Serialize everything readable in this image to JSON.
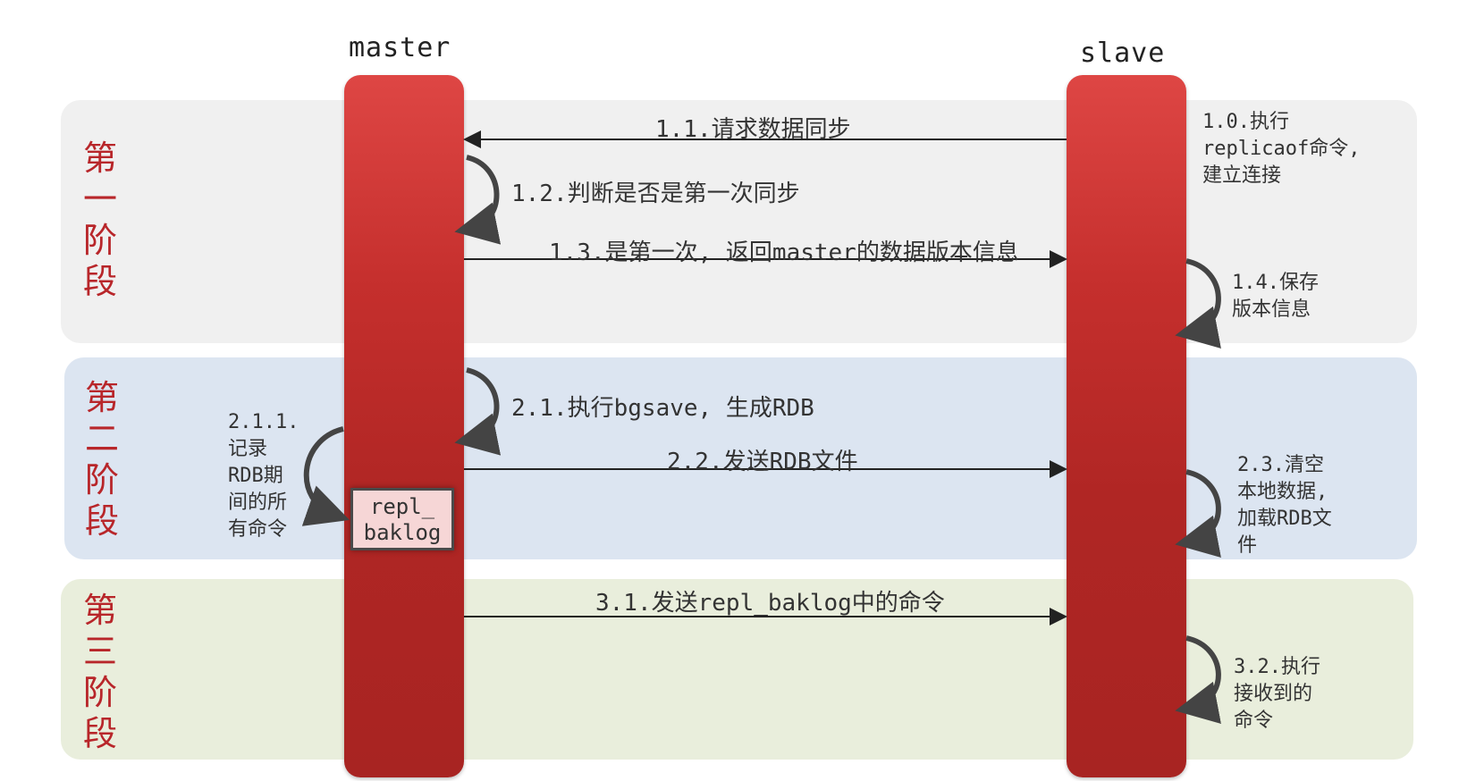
{
  "nodes": {
    "master": "master",
    "slave": "slave"
  },
  "phases": [
    [
      "第",
      "一",
      "阶",
      "段"
    ],
    [
      "第",
      "二",
      "阶",
      "段"
    ],
    [
      "第",
      "三",
      "阶",
      "段"
    ]
  ],
  "steps": {
    "s1_0": [
      "1.0.执行",
      "replicaof命令,",
      "建立连接"
    ],
    "s1_1": "1.1.请求数据同步",
    "s1_2": "1.2.判断是否是第一次同步",
    "s1_3": "1.3.是第一次, 返回master的数据版本信息",
    "s1_4": [
      "1.4.保存",
      "版本信息"
    ],
    "s2_1": "2.1.执行bgsave, 生成RDB",
    "s2_1_1": [
      "2.1.1.",
      "记录",
      "RDB期",
      "间的所",
      "有命令"
    ],
    "s2_2": "2.2.发送RDB文件",
    "s2_3": [
      "2.3.清空",
      "本地数据,",
      "加载RDB文",
      "件"
    ],
    "s3_1": "3.1.发送repl_baklog中的命令",
    "s3_2": [
      "3.2.执行",
      "接收到的",
      "命令"
    ]
  },
  "buffer": [
    "repl_",
    "baklog"
  ],
  "colors": {
    "bar": "#b02624",
    "phase_text": "#b8262a",
    "band1": "#f0f0f0",
    "band2": "#dce5f1",
    "band3": "#e9eedc",
    "buffer": "#f6d6d6"
  }
}
